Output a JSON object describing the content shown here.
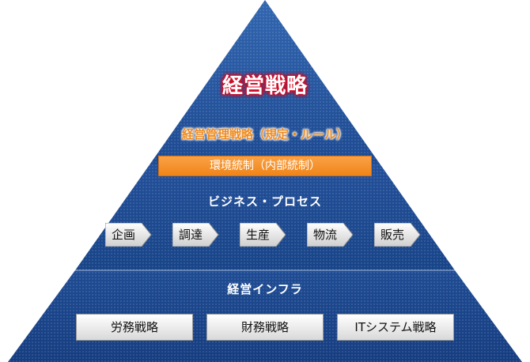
{
  "pyramid": {
    "top_title": "経営戦略",
    "management_strategy": "経営管理戦略（規定・ルール）",
    "internal_control": "環境統制（内部統制）",
    "business_process": {
      "title": "ビジネス・プロセス",
      "steps": [
        "企画",
        "調達",
        "生産",
        "物流",
        "販売"
      ]
    },
    "infrastructure": {
      "title": "経営インフラ",
      "items": [
        "労務戦略",
        "財務戦略",
        "ITシステム戦略"
      ]
    }
  },
  "colors": {
    "pyramid_top": "#2c5ba4",
    "pyramid_bottom": "#163f86",
    "accent_orange": "#f08a1c",
    "title_glow_red": "#d8102a"
  }
}
